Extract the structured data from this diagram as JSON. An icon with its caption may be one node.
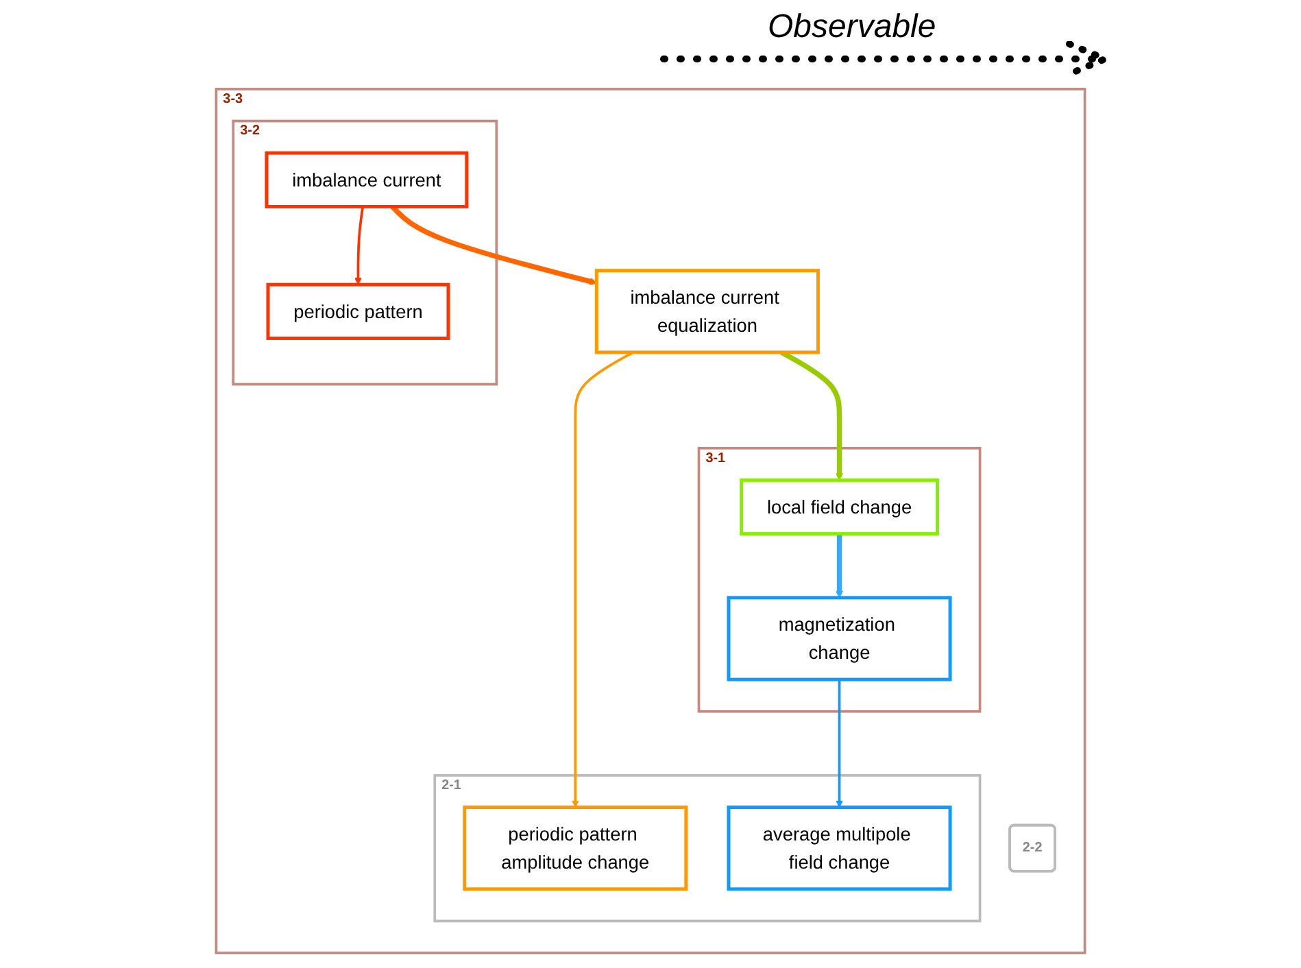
{
  "diagram": {
    "nodes": [
      {
        "text": [
          "3-3"
        ]
      },
      {
        "text": [
          "3-2"
        ],
        "in": 0
      },
      {
        "text": [
          "imbalance current"
        ],
        "in": 1
      },
      {
        "text": [
          "periodic pattern"
        ],
        "in": 1
      },
      {
        "text": [
          "imbalance current equalization"
        ],
        "in": 0
      },
      {
        "text": [
          "2-1"
        ],
        "in": 0
      },
      {
        "text": [
          "periodic pattern amplitude change"
        ],
        "in": 5
      },
      {
        "text": [
          "3-1"
        ],
        "in": 0
      },
      {
        "text": [
          "local field change"
        ],
        "in": 7
      },
      {
        "text": [
          "2-2"
        ],
        "in": 0
      },
      {
        "text": [
          "magnetization change"
        ],
        "in": 7
      },
      {
        "text": [
          "average multipole field change"
        ],
        "in": 5
      }
    ],
    "edges": [
      {
        "from": 2,
        "to": 3,
        "arrow": "to",
        "color": "#ff3300"
      },
      {
        "from": 2,
        "to": 4,
        "arrow": "to",
        "style": "thick",
        "color": "#ff6600"
      },
      {
        "from": 4,
        "to": 6,
        "arrow": "to",
        "color": "#ff9900"
      },
      {
        "from": 4,
        "to": 8,
        "arrow": "to",
        "style": "thick",
        "color": "#99cc00"
      },
      {
        "from": 8,
        "to": 10,
        "arrow": "to",
        "style": "thick",
        "color": "#33aaff"
      },
      {
        "from": 10,
        "to": 11,
        "arrow": "to",
        "color": "#1199ff"
      }
    ],
    "labels": [
      "Observable"
    ]
  }
}
